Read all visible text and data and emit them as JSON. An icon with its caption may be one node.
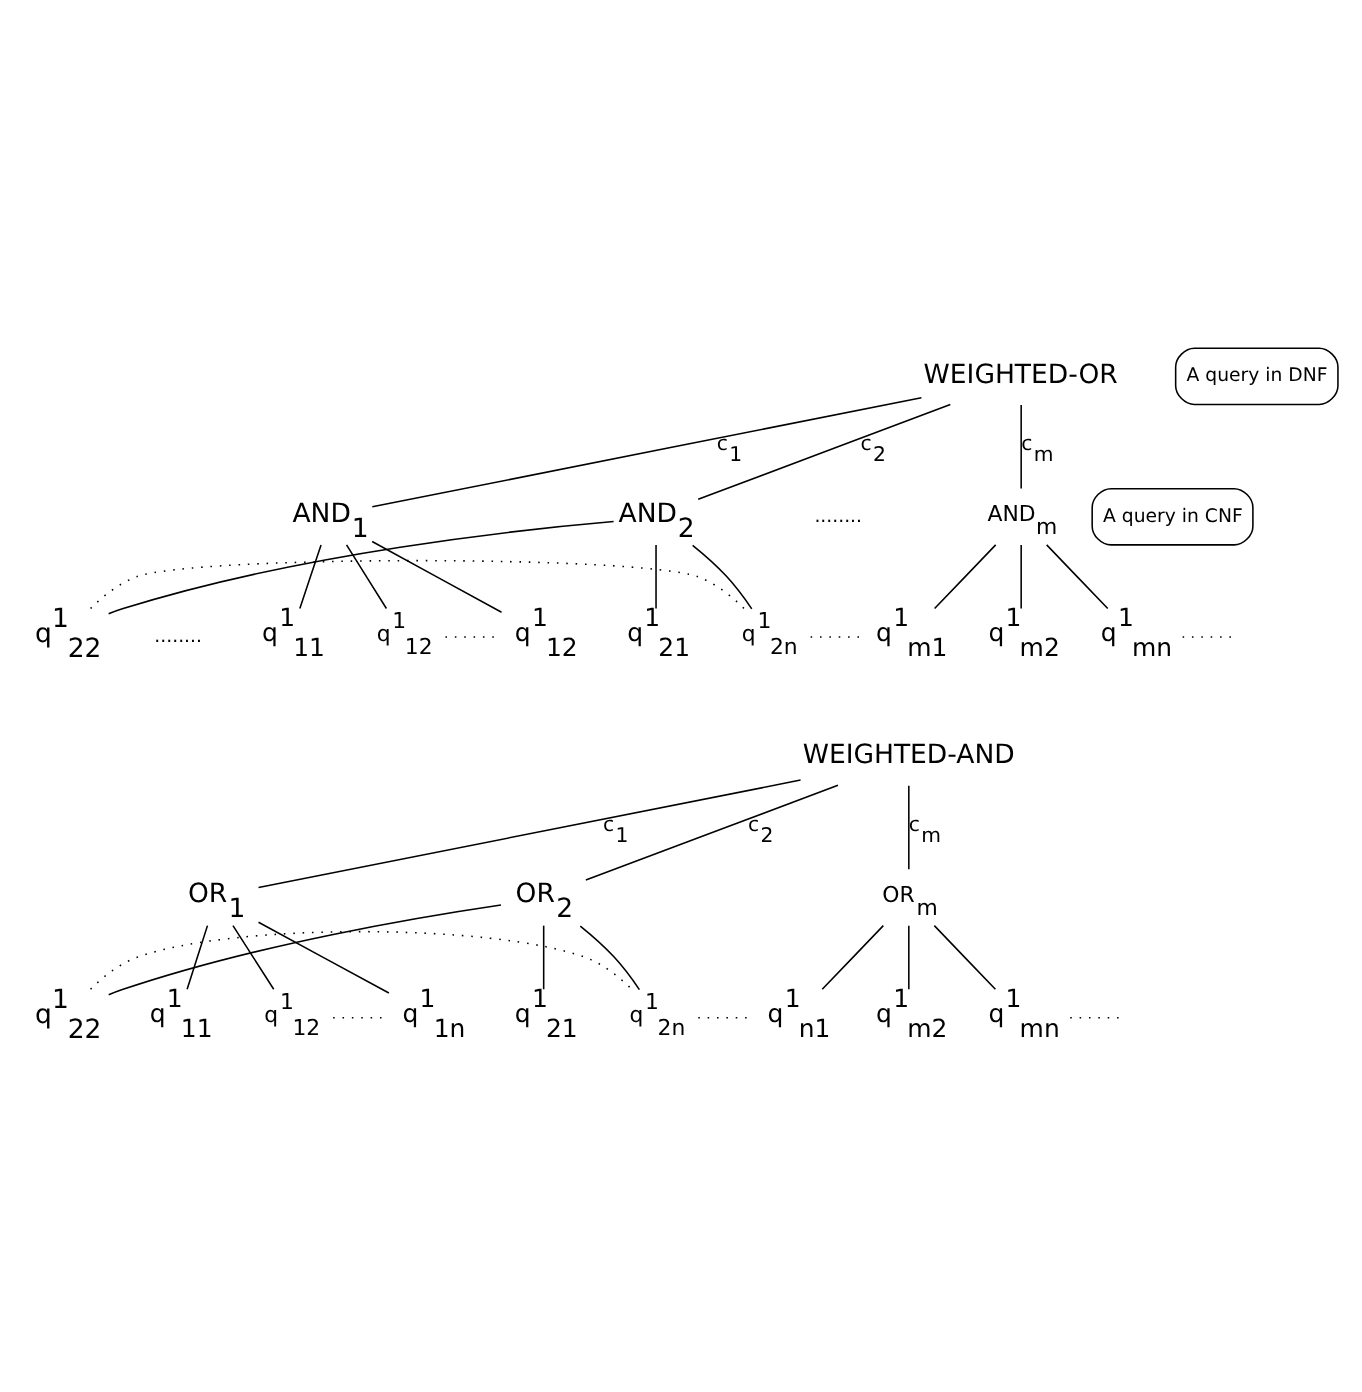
{
  "diagram": {
    "nodes": [
      {
        "text": [
          "WEIGHTED-OR"
        ]
      },
      {
        "text": [
          "A query in DNF"
        ]
      },
      {
        "text": [
          "AND$_{1}$"
        ]
      },
      {
        "text": [
          "AND$_{2}$"
        ]
      },
      {
        "text": [
          "AND$_{m}$"
        ]
      },
      {
        "text": [
          "q$^{1}$$_{11}$"
        ]
      },
      {
        "text": [
          "q$^{1}$$_{12}$"
        ]
      },
      {
        "text": [
          "q$^{1}$$_{12}$"
        ]
      },
      {
        "text": [
          "q$^{1}$$_{21}$"
        ]
      },
      {
        "text": [
          "q$^{1}$$_{22}$"
        ]
      },
      {
        "text": [
          "q$^{1}$$_{2n}$"
        ]
      },
      {
        "text": [
          "q$^{1}$$_{m1}$"
        ]
      },
      {
        "text": [
          "q$^{1}$$_{m2}$"
        ]
      },
      {
        "text": [
          "q$^{1}$$_{mn}$"
        ]
      },
      {
        "text": [
          "WEIGHTED-AND"
        ]
      },
      {
        "text": [
          "A query in CNF"
        ]
      },
      {
        "text": [
          "OR$_{1}$"
        ]
      },
      {
        "text": [
          "OR$_{2}$"
        ]
      },
      {
        "text": [
          "OR$_{m}$"
        ]
      },
      {
        "text": [
          "q$^{1}$$_{11}$"
        ]
      },
      {
        "text": [
          "q$^{1}$$_{12}$"
        ]
      },
      {
        "text": [
          "q$^{1}$$_{1n}$"
        ]
      },
      {
        "text": [
          "q$^{1}$$_{21}$"
        ]
      },
      {
        "text": [
          "q$^{1}$$_{22}$"
        ]
      },
      {
        "text": [
          "q$^{1}$$_{2n}$"
        ]
      },
      {
        "text": [
          "q$^{1}$$_{n1}$"
        ]
      },
      {
        "text": [
          "q$^{1}$$_{m2}$"
        ]
      },
      {
        "text": [
          "q$^{1}$$_{mn}$"
        ]
      }
    ],
    "edges": [
      {
        "from": 0,
        "to": 2,
        "arrow": "none",
        "label": "c$_{1}$"
      },
      {
        "from": 0,
        "to": 3,
        "arrow": "none",
        "label": "c$_{2}$"
      },
      {
        "from": 0,
        "to": 4,
        "arrow": "none",
        "label": "c$_{m}$"
      },
      {
        "from": 2,
        "to": 5,
        "arrow": "none"
      },
      {
        "from": 2,
        "to": 6,
        "arrow": "none"
      },
      {
        "from": 2,
        "to": 7,
        "arrow": "none"
      },
      {
        "from": 3,
        "to": 8,
        "arrow": "none"
      },
      {
        "from": 3,
        "to": 9,
        "arrow": "none"
      },
      {
        "from": 3,
        "to": 10,
        "arrow": "none"
      },
      {
        "from": 4,
        "to": 11,
        "arrow": "none"
      },
      {
        "from": 4,
        "to": 12,
        "arrow": "none"
      },
      {
        "from": 4,
        "to": 13,
        "arrow": "none"
      },
      {
        "from": 6,
        "to": 7,
        "arrow": "none",
        "style": "dashed"
      },
      {
        "from": 9,
        "to": 10,
        "arrow": "none",
        "style": "dashed"
      },
      {
        "from": 10,
        "to": 11,
        "arrow": "none",
        "style": "dashed"
      },
      {
        "from": null,
        "to": 13,
        "arrow": "none",
        "style": "dashed"
      },
      {
        "from": 14,
        "to": 16,
        "arrow": "none",
        "label": "c$_{1}$"
      },
      {
        "from": 14,
        "to": 17,
        "arrow": "none",
        "label": "c$_{2}$"
      },
      {
        "from": 14,
        "to": 18,
        "arrow": "none",
        "label": "c$_{m}$"
      },
      {
        "from": 16,
        "to": 19,
        "arrow": "none"
      },
      {
        "from": 16,
        "to": 20,
        "arrow": "none"
      },
      {
        "from": 16,
        "to": 21,
        "arrow": "none"
      },
      {
        "from": 17,
        "to": 22,
        "arrow": "none"
      },
      {
        "from": 17,
        "to": 23,
        "arrow": "none"
      },
      {
        "from": 17,
        "to": 24,
        "arrow": "none"
      },
      {
        "from": 18,
        "to": 25,
        "arrow": "none"
      },
      {
        "from": 18,
        "to": 26,
        "arrow": "none"
      },
      {
        "from": 18,
        "to": 27,
        "arrow": "none"
      },
      {
        "from": 20,
        "to": 21,
        "arrow": "none",
        "style": "dashed"
      },
      {
        "from": 23,
        "to": 24,
        "arrow": "none",
        "style": "dashed"
      },
      {
        "from": 24,
        "to": 25,
        "arrow": "none",
        "style": "dashed"
      },
      {
        "from": null,
        "to": 27,
        "arrow": "none",
        "style": "dashed"
      }
    ],
    "labels": [
      "........",
      "........"
    ]
  }
}
